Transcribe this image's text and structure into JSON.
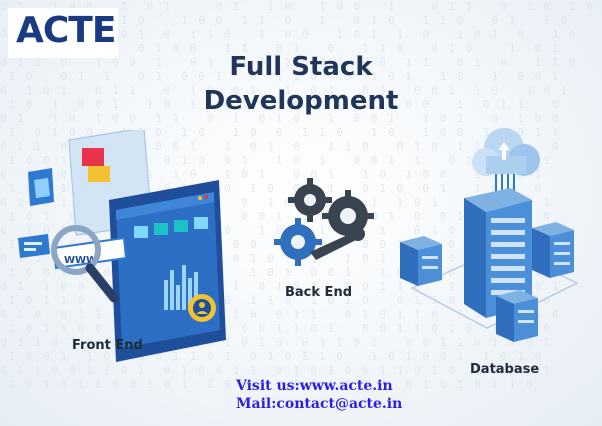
{
  "logo": {
    "text": "ACTE"
  },
  "title": {
    "line1": "Full Stack",
    "line2": "Development"
  },
  "labels": {
    "front_end": "Front End",
    "back_end": "Back End",
    "database": "Database"
  },
  "screen": {
    "url_text": "WWW"
  },
  "contact": {
    "visit": "Visit us:www.acte.in",
    "mail": "Mail:contact@acte.in"
  },
  "colors": {
    "brand": "#1a3b84",
    "title": "#1f3559",
    "contact": "#2c1ee0",
    "accent_blue": "#2f7ad1",
    "accent_yellow": "#f2c230",
    "accent_red": "#e8334a"
  }
}
